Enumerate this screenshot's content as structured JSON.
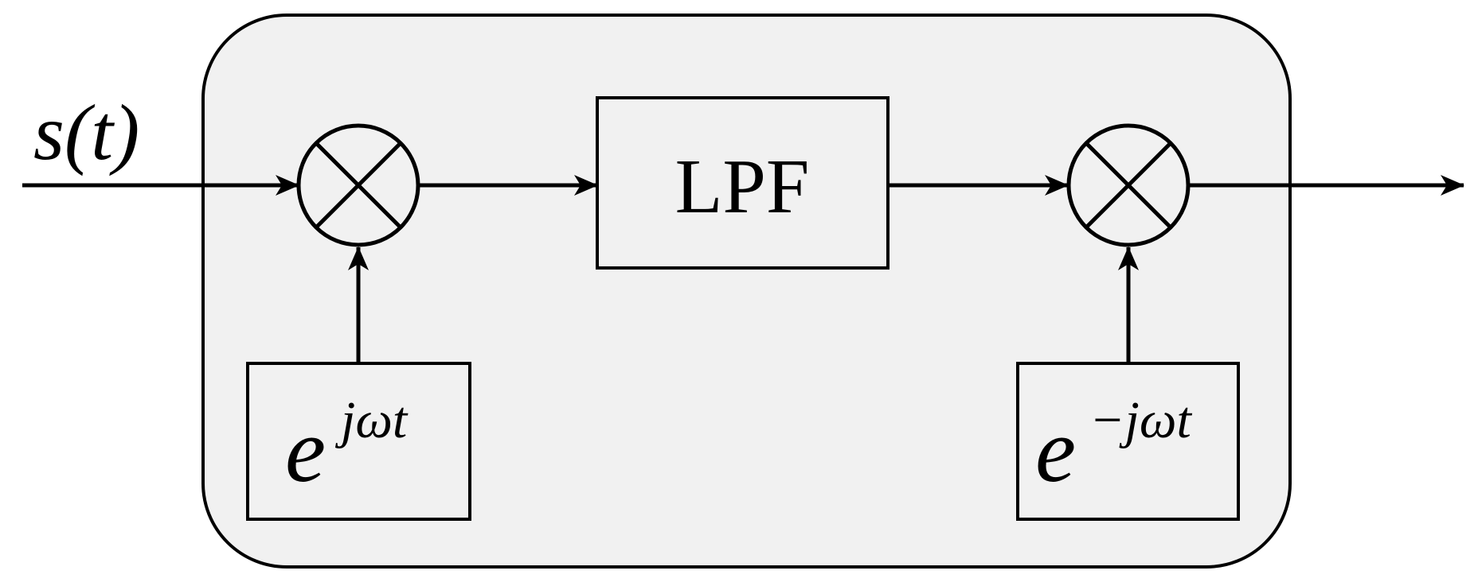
{
  "diagram": {
    "description": "Complex demodulation / modulation block diagram",
    "input_label": "s(t)",
    "blocks": {
      "lpf": {
        "label": "LPF"
      },
      "oscillator_up": {
        "base": "e",
        "exponent": "jωt"
      },
      "oscillator_down": {
        "base": "e",
        "exponent": "−jωt"
      }
    },
    "icons": {
      "mixer": "circle-with-x-multiplier"
    },
    "colors": {
      "panel_fill": "#f1f1f1",
      "stroke": "#000000",
      "background": "#ffffff"
    }
  }
}
